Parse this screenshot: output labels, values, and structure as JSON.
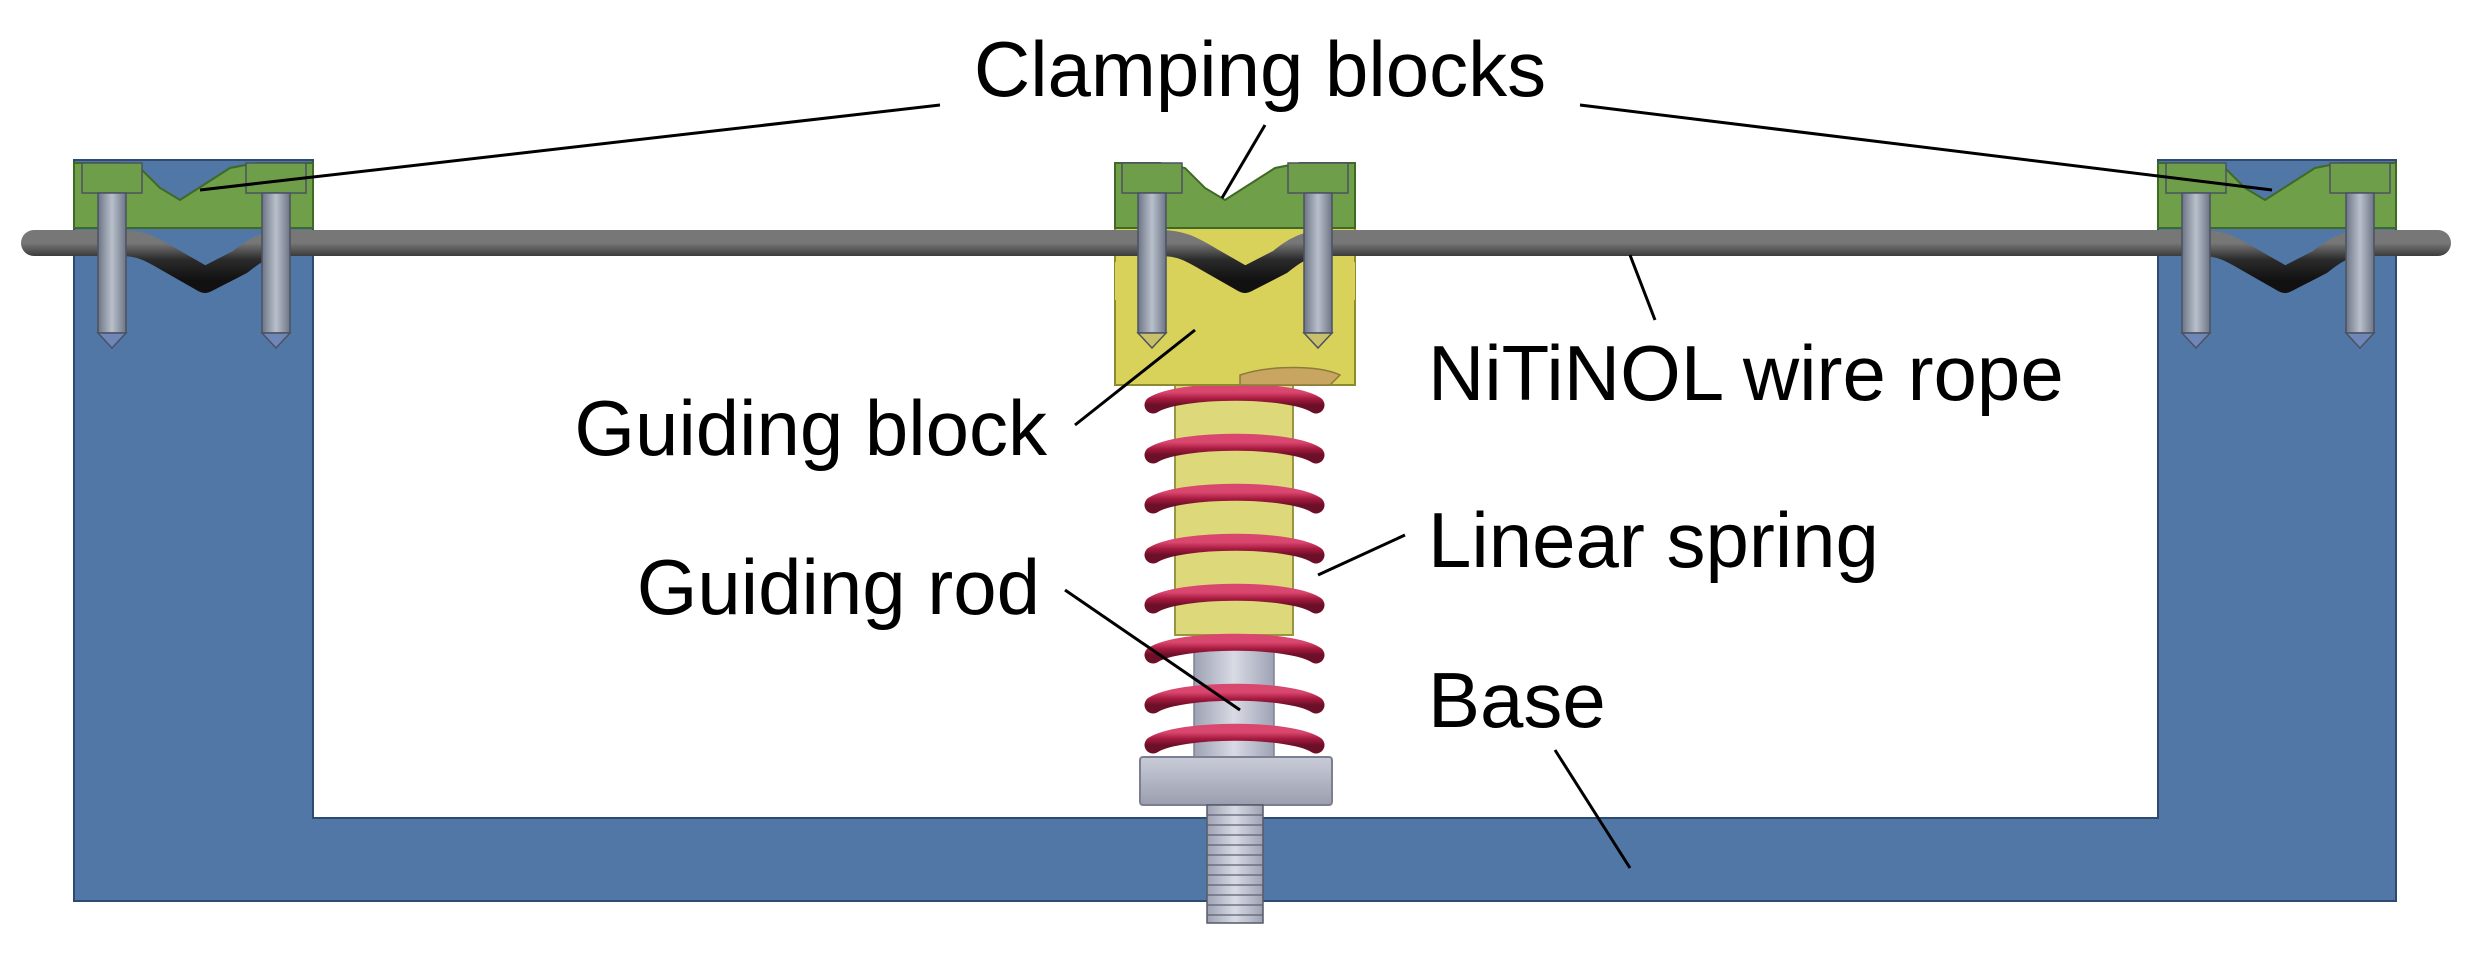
{
  "labels": {
    "clamping_blocks": "Clamping blocks",
    "guiding_block": "Guiding block",
    "guiding_rod": "Guiding rod",
    "nitinol_wire_rope": "NiTiNOL wire rope",
    "linear_spring": "Linear spring",
    "base": "Base"
  },
  "colors": {
    "base": "#5177a6",
    "clamping_block": "#6fa049",
    "guiding_block": "#d7d36a",
    "spring": "#b01f46",
    "rod": "#b9bccb",
    "wire": "#2b2b2b",
    "bolt": "#8d94a3"
  }
}
